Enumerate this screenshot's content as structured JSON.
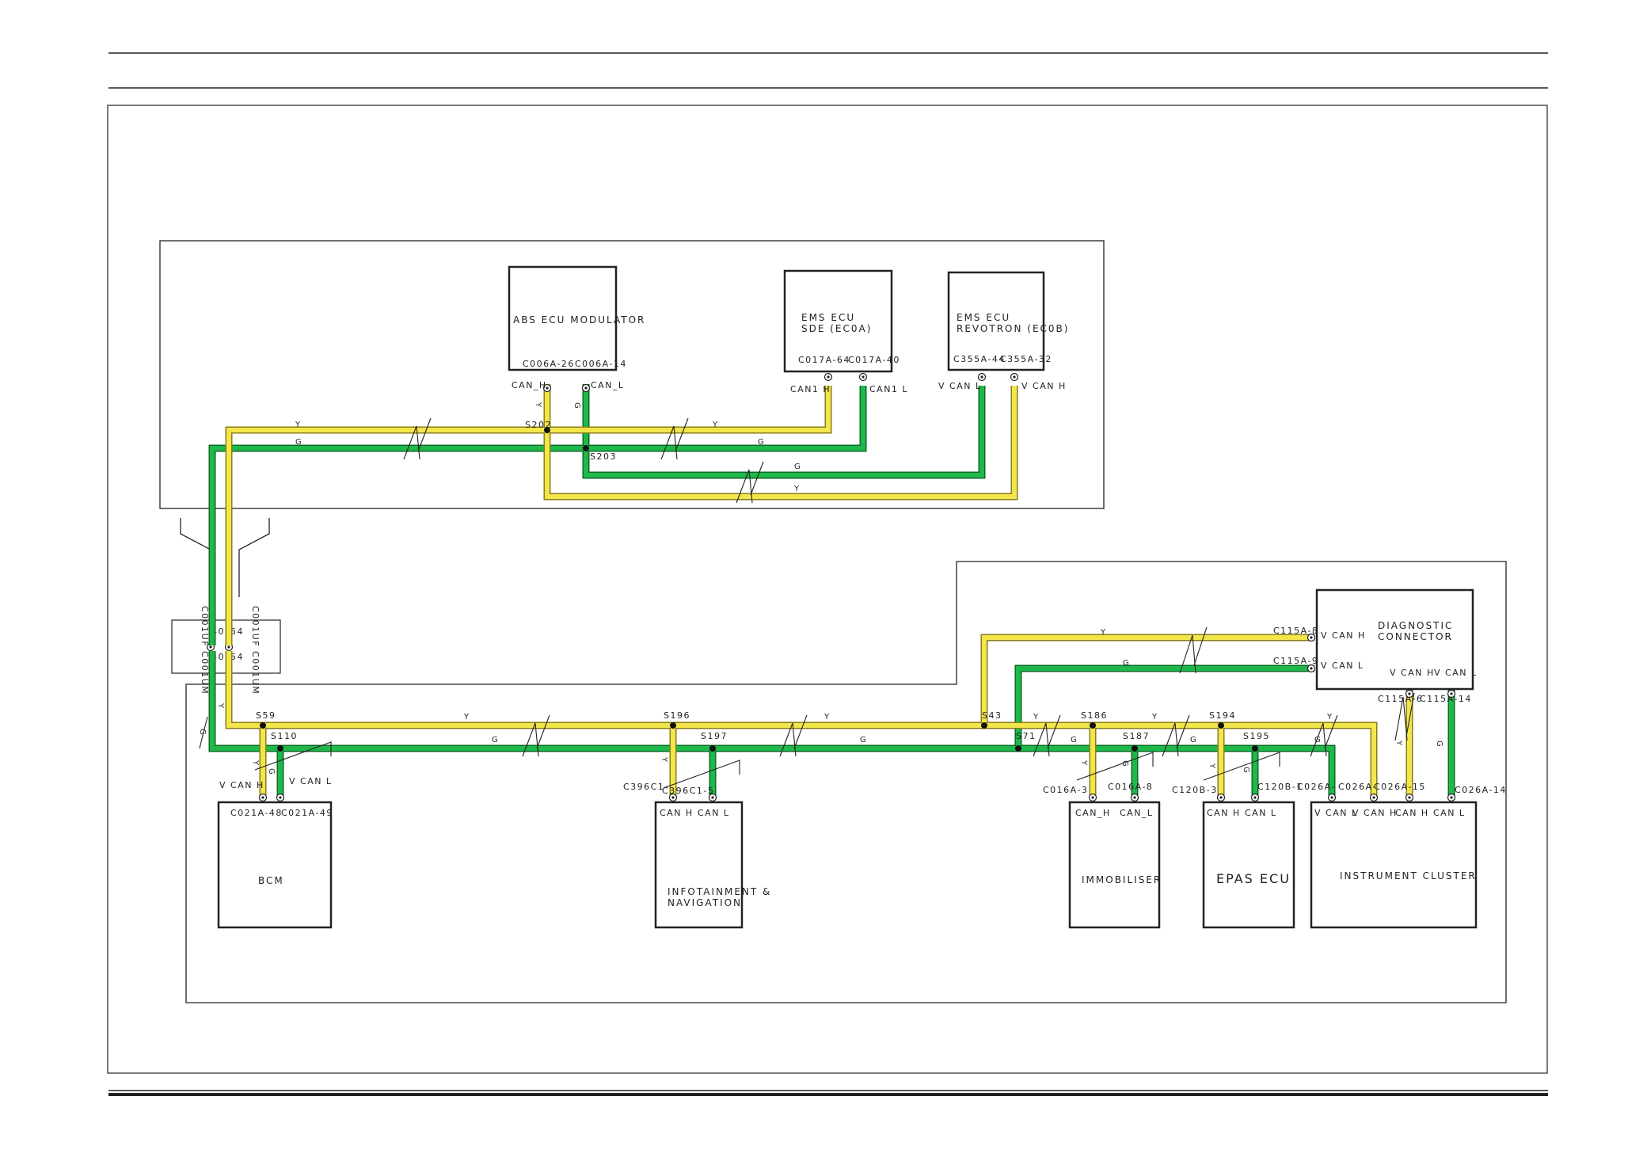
{
  "colors": {
    "can_h_wire": "#f2e64a",
    "can_h_wire_edge": "#8a7d1a",
    "can_l_wire": "#1fb84a",
    "can_l_wire_edge": "#0b6b26",
    "outline": "#1a1a1a"
  },
  "wire_codes": {
    "yellow": "Y",
    "green": "G"
  },
  "modules": {
    "abs": {
      "line1": "ABS ECU MODULATOR",
      "pin_h": "C006A-26",
      "pin_l": "C006A-14",
      "sig_h": "CAN_H",
      "sig_l": "CAN_L"
    },
    "ems_sde": {
      "line1": "EMS ECU",
      "line2": "SDE (EC0A)",
      "pin_h": "C017A-64",
      "pin_l": "C017A-40",
      "sig_h": "CAN1 H",
      "sig_l": "CAN1 L"
    },
    "ems_rev": {
      "line1": "EMS ECU",
      "line2": "REVOTRON (EC0B)",
      "pin_l": "C355A-44",
      "pin_h": "C355A-32",
      "sig_l": "V CAN L",
      "sig_h": "V CAN H"
    },
    "bcm": {
      "name": "BCM",
      "pin_h": "C021A-48",
      "pin_l": "C021A-49",
      "sig_h": "V CAN H",
      "sig_l": "V CAN L"
    },
    "infotainment": {
      "line1": "INFOTAINMENT &",
      "line2": "NAVIGATION",
      "pin_h": "C396C1-",
      "pin_l": "C396C1-5",
      "sig_h": "CAN H",
      "sig_l": "CAN L"
    },
    "immobiliser": {
      "name": "IMMOBILISER",
      "pin_h": "C016A-3",
      "pin_l": "C016A-8",
      "sig_h": "CAN_H",
      "sig_l": "CAN_L"
    },
    "epas": {
      "name": "EPAS ECU",
      "pin_h": "C120B-3",
      "pin_l": "C120B-1",
      "sig_h": "CAN H",
      "sig_l": "CAN L"
    },
    "cluster": {
      "name": "INSTRUMENT CLUSTER",
      "pin_vl": "C026A-",
      "pin_vh": "C026A-",
      "pin_h": "C026A-15",
      "pin_l": "C026A-14",
      "sig_vl": "V CAN L",
      "sig_vh": "V CAN H",
      "sig_h": "CAN H",
      "sig_l": "CAN L"
    },
    "diagnostic": {
      "line1": "DIAGNOSTIC",
      "line2": "CONNECTOR",
      "pin_vh": "C115A-8",
      "pin_vl": "C115A-9",
      "sig_vh": "V CAN H",
      "sig_vl": "V CAN L",
      "pin_h": "C115A-6",
      "pin_l": "C115A-14",
      "sig_h": "V CAN H",
      "sig_l": "V CAN L"
    }
  },
  "inline_connector": {
    "left_label": "C001UF C001UM",
    "right_label": "C001UF C001UM",
    "left_pins": [
      "40",
      "40"
    ],
    "right_pins": [
      "54",
      "54"
    ]
  },
  "splices": [
    "S202",
    "S203",
    "S59",
    "S110",
    "S196",
    "S197",
    "S43",
    "S71",
    "S186",
    "S187",
    "S194",
    "S195"
  ]
}
